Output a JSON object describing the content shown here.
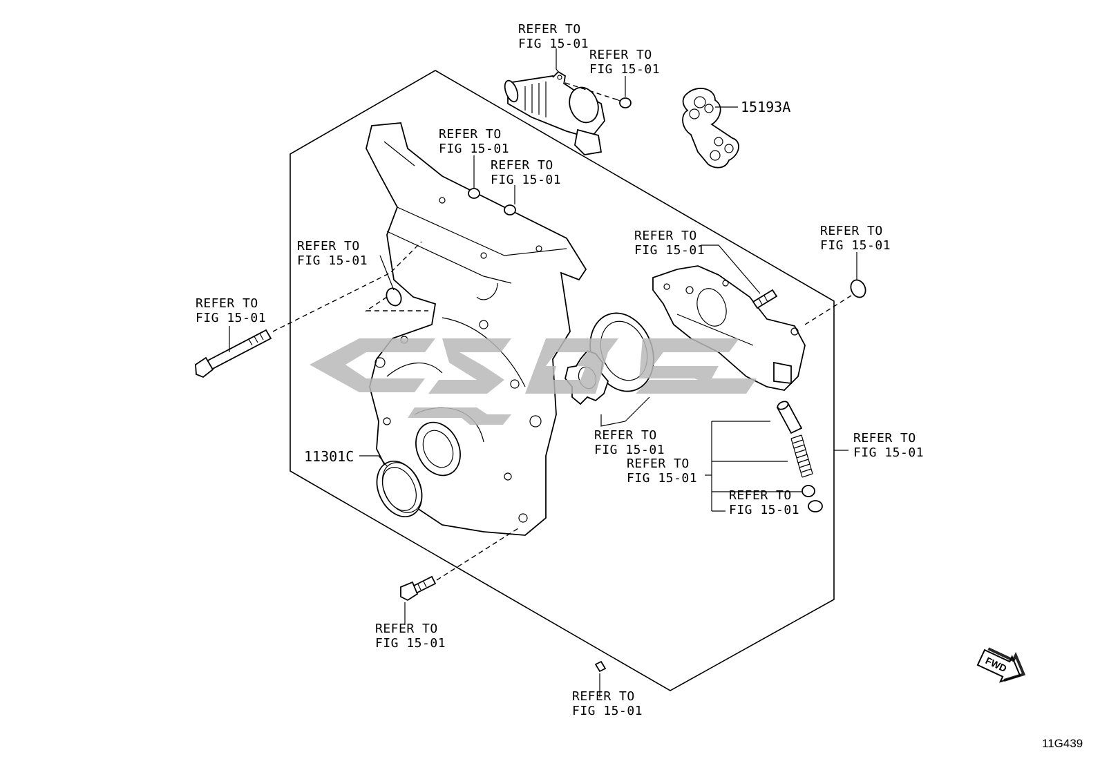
{
  "parts": {
    "p15193a": "15193A",
    "p11301c": "11301C"
  },
  "refs": {
    "ref_line1": "REFER TO",
    "ref_line2": "FIG 15-01"
  },
  "watermark_text": "",
  "fwd_label": "FWD",
  "figure_id": "11G439",
  "colors": {
    "line": "#000000",
    "watermark": "#b9b9b9",
    "background": "#ffffff"
  }
}
